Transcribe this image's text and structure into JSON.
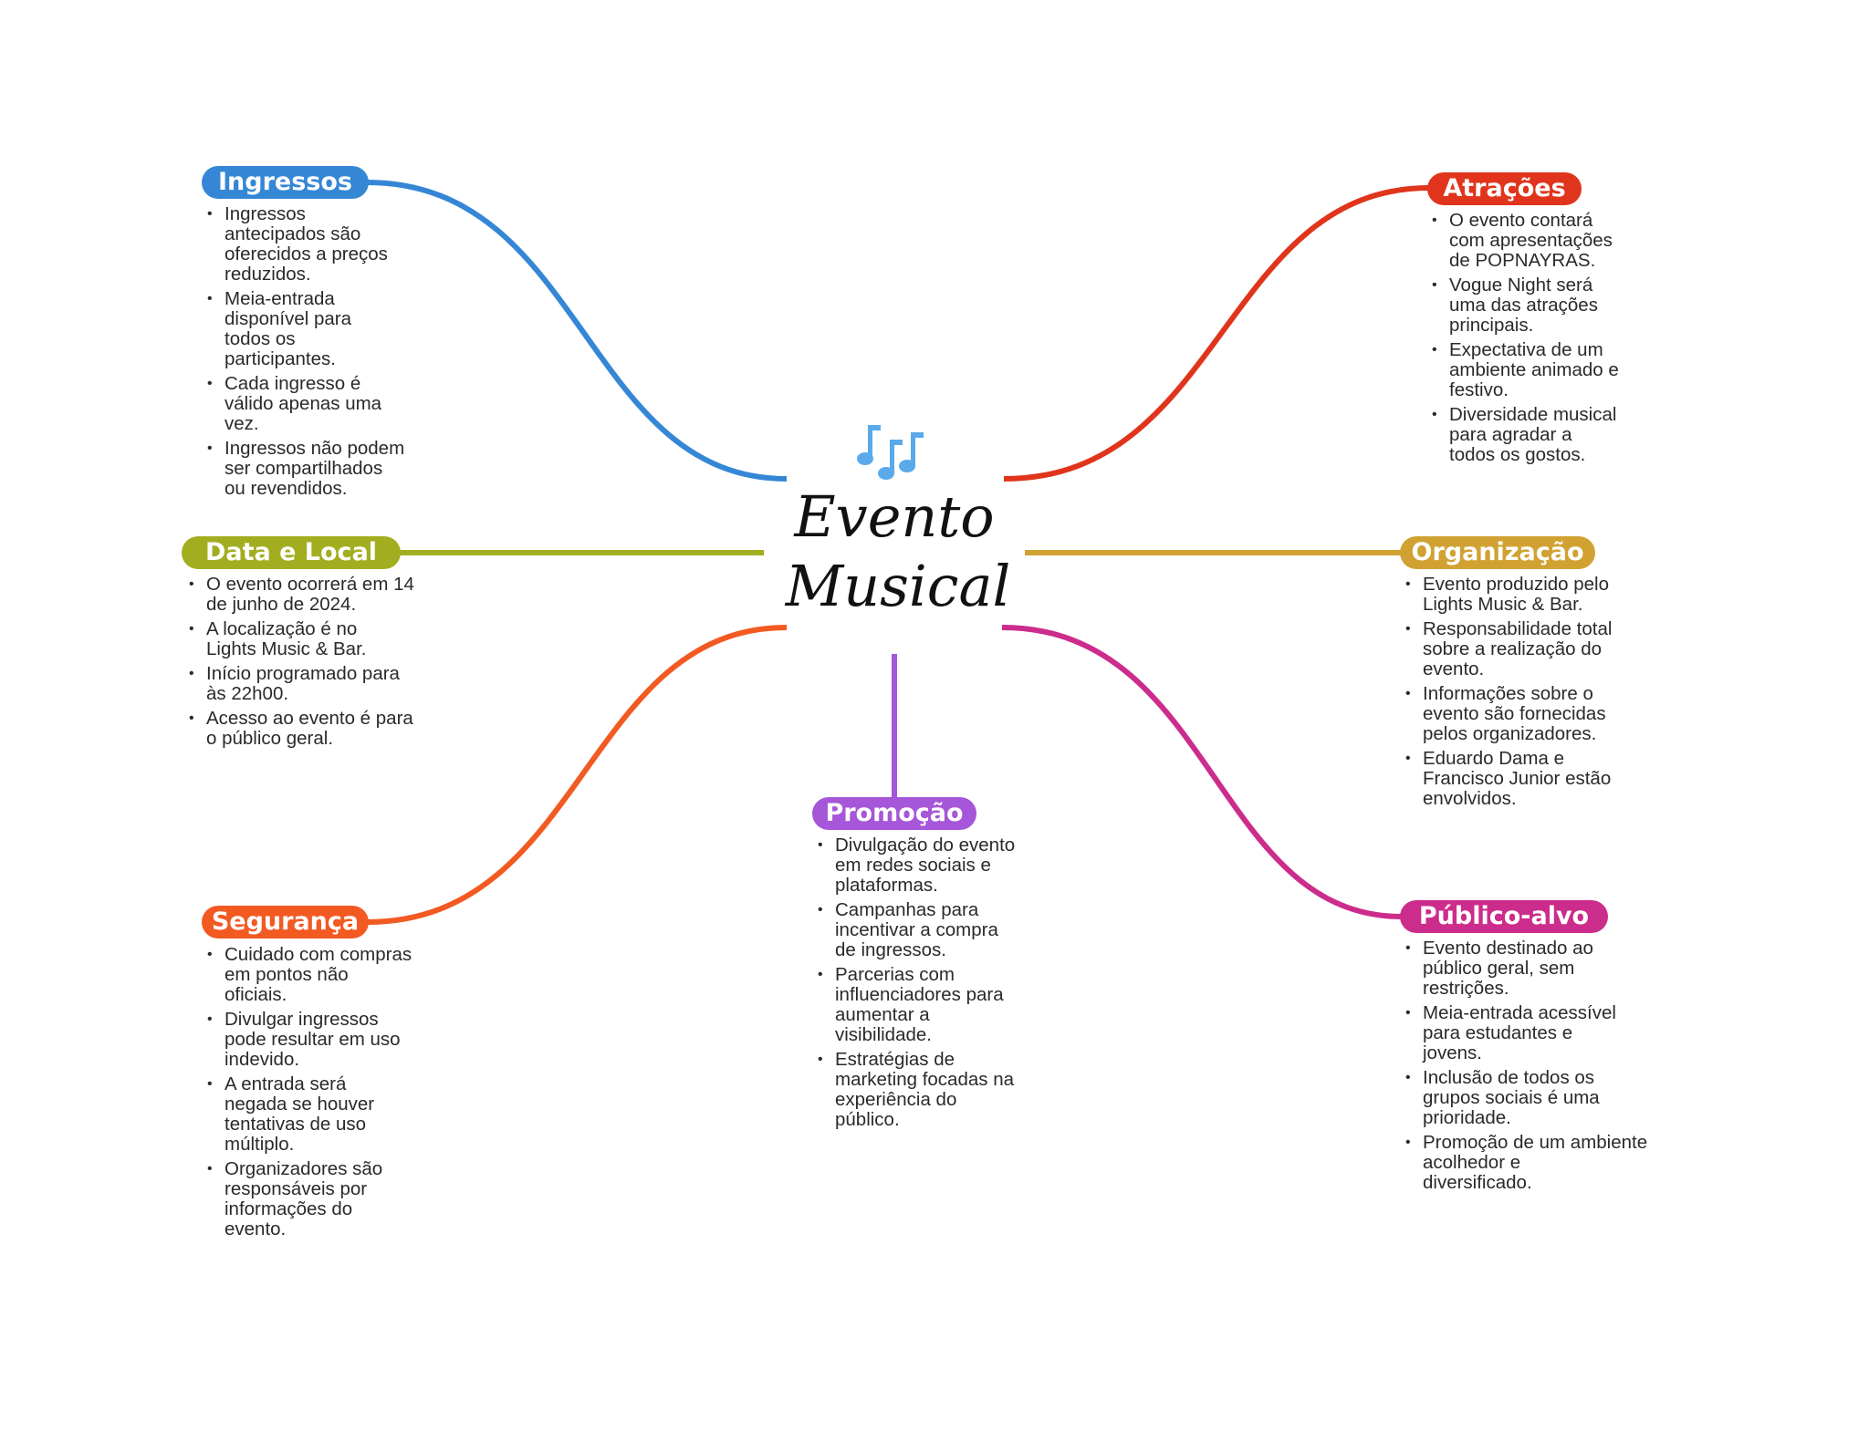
{
  "center": {
    "title_line1": "Evento",
    "title_line2": "Musical",
    "icon": "music-notes-icon"
  },
  "colors": {
    "ingressos": "#3587d6",
    "atracoes": "#e0351c",
    "data_local": "#a2ae1f",
    "organizacao": "#d1a232",
    "seguranca": "#f25a22",
    "promocao": "#a656d8",
    "publico": "#cc2c8b",
    "notes": "#5aa9ea"
  },
  "branches": {
    "ingressos": {
      "label": "Ingressos",
      "items": [
        "Ingressos\nantecipados são\noferecidos a preços\nreduzidos.",
        "Meia-entrada\ndisponível para\ntodos os\nparticipantes.",
        "Cada ingresso é\nválido apenas uma\nvez.",
        "Ingressos não podem\nser compartilhados\nou revendidos."
      ]
    },
    "atracoes": {
      "label": "Atrações",
      "items": [
        "O evento contará\ncom apresentações\nde POPNAYRAS.",
        "Vogue Night será\numa das atrações\nprincipais.",
        "Expectativa de um\nambiente animado e\nfestivo.",
        "Diversidade musical\npara agradar a\ntodos os gostos."
      ]
    },
    "data_local": {
      "label": "Data e Local",
      "items": [
        "O evento ocorrerá em 14\nde junho de 2024.",
        "A localização é no\nLights Music & Bar.",
        "Início programado para\nàs 22h00.",
        "Acesso ao evento é para\no público geral."
      ]
    },
    "organizacao": {
      "label": "Organização",
      "items": [
        "Evento produzido pelo\nLights Music & Bar.",
        "Responsabilidade total\nsobre a realização do\nevento.",
        "Informações sobre o\nevento são fornecidas\npelos organizadores.",
        "Eduardo Dama e\nFrancisco Junior estão\nenvolvidos."
      ]
    },
    "seguranca": {
      "label": "Segurança",
      "items": [
        "Cuidado com compras\nem pontos não\noficiais.",
        "Divulgar ingressos\npode resultar em uso\nindevido.",
        "A entrada será\nnegada se houver\ntentativas de uso\nmúltiplo.",
        "Organizadores são\nresponsáveis por\ninformações do\nevento."
      ]
    },
    "promocao": {
      "label": "Promoção",
      "items": [
        "Divulgação do evento\nem redes sociais e\nplataformas.",
        "Campanhas para\nincentivar a compra\nde ingressos.",
        "Parcerias com\ninfluenciadores para\naumentar a\nvisibilidade.",
        "Estratégias de\nmarketing focadas na\nexperiência do\npúblico."
      ]
    },
    "publico": {
      "label": "Público-alvo",
      "items": [
        "Evento destinado ao\npúblico geral, sem\nrestrições.",
        "Meia-entrada acessível\npara estudantes e\njovens.",
        "Inclusão de todos os\ngrupos sociais é uma\nprioridade.",
        "Promoção de um ambiente\nacolhedor e\ndiversificado."
      ]
    }
  }
}
